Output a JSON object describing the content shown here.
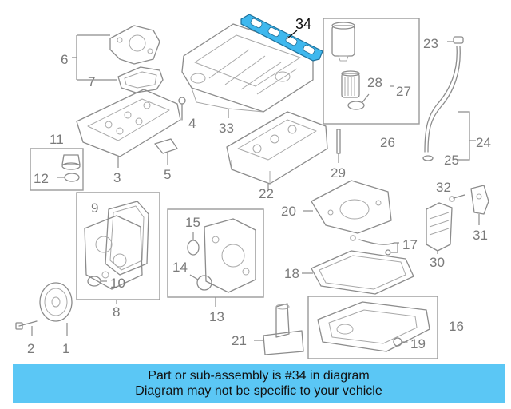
{
  "highlight_color": "#3fb8ee",
  "banner": {
    "line1": "Part or sub-assembly is #34 in diagram",
    "line2": "Diagram may not be specific to your vehicle",
    "background": "#5bc7f5"
  },
  "labels": {
    "p1": "1",
    "p2": "2",
    "p3": "3",
    "p4": "4",
    "p5": "5",
    "p6": "6",
    "p7": "7",
    "p8": "8",
    "p9": "9",
    "p10": "10",
    "p11": "11",
    "p12": "12",
    "p13": "13",
    "p14": "14",
    "p15": "15",
    "p16": "16",
    "p17": "17",
    "p18": "18",
    "p19": "19",
    "p20": "20",
    "p21": "21",
    "p22": "22",
    "p23": "23",
    "p24": "24",
    "p25": "25",
    "p26": "26",
    "p27": "27",
    "p28": "28",
    "p29": "29",
    "p30": "30",
    "p31": "31",
    "p32": "32",
    "p33": "33",
    "p34": "34"
  }
}
